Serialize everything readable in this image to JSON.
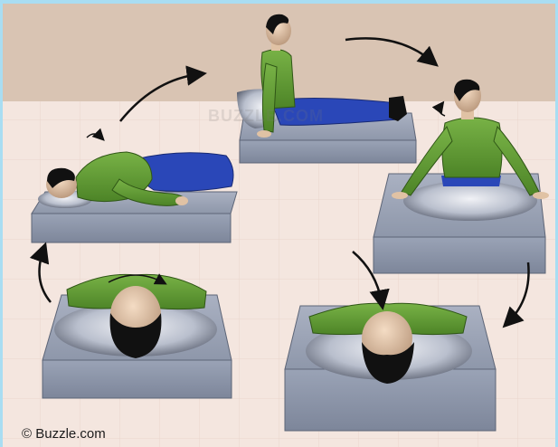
{
  "credit": "© Buzzle.com",
  "watermark": "BUZZLE.COM",
  "colors": {
    "wall": "#d9c4b3",
    "floor": "#f4e6df",
    "frame": "#a9ddf2",
    "mattress": "#8d97ab",
    "pillow": "#c9cedb",
    "shirt": "#5f9b35",
    "pants": "#2846b8",
    "hair": "#111111",
    "skin": "#e0c2a4",
    "arrow": "#111111"
  },
  "steps": [
    {
      "pose": "sleeping-on-side"
    },
    {
      "pose": "sitting-up-legs-extended"
    },
    {
      "pose": "sitting-back-view-on-pillow"
    },
    {
      "pose": "lying-face-down-head-turning"
    },
    {
      "pose": "lying-face-down-on-pillow"
    }
  ]
}
